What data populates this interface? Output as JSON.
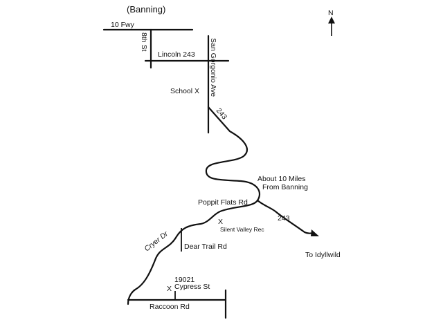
{
  "title": "(Banning)",
  "north": "N",
  "roads": {
    "fwy": "10 Fwy",
    "eighth": "8th St",
    "lincoln": "Lincoln 243",
    "san_gorgonio": "San Gorgonio Ave",
    "hwy243_upper": "243",
    "hwy243_lower": "243",
    "poppit": "Poppit Flats Rd",
    "cryer": "Cryer Dr",
    "dear_trail": "Dear Trail Rd",
    "raccoon": "Raccoon Rd"
  },
  "places": {
    "school": "School X",
    "silent_valley_marker": "X",
    "silent_valley": "Silent Valley Rec",
    "destination_number": "19021",
    "destination_marker": "X",
    "destination_street": "Cypress St"
  },
  "notes": {
    "distance_line1": "About 10 Miles",
    "distance_line2": "From Banning",
    "to_idyllwild": "To Idyllwild"
  }
}
